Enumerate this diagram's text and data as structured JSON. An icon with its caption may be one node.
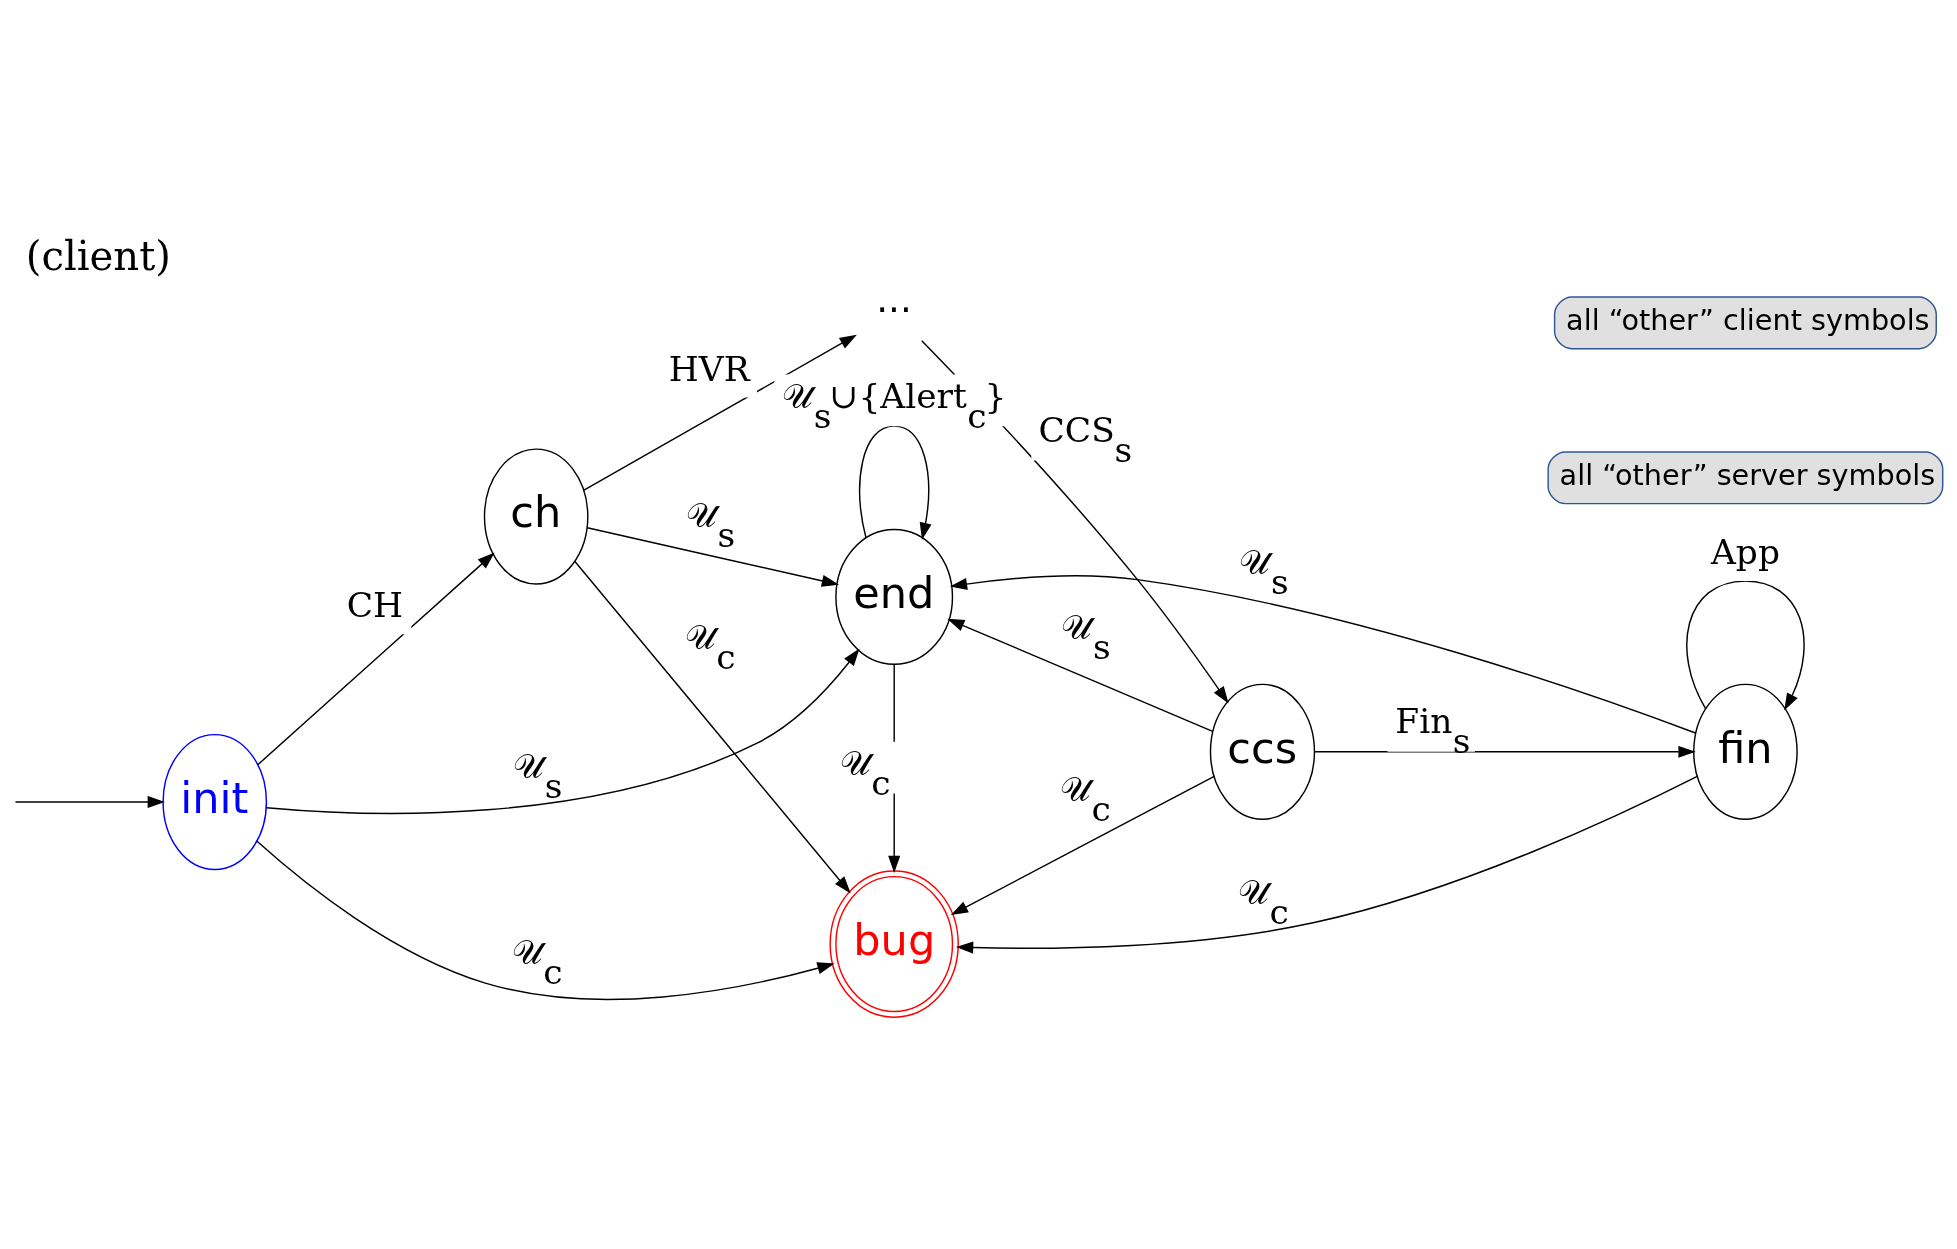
{
  "diagram": {
    "title": "(client)",
    "nodes": [
      {
        "text": [
          "init"
        ]
      },
      {
        "text": [
          "ch"
        ]
      },
      {
        "text": [
          "···"
        ]
      },
      {
        "text": [
          "ccs"
        ]
      },
      {
        "text": [
          "fin"
        ]
      },
      {
        "text": [
          "end"
        ]
      },
      {
        "text": [
          "bug"
        ]
      },
      {
        "text": [
          "all “other” server symbols"
        ]
      },
      {
        "text": [
          "all “other” client symbols"
        ]
      }
    ],
    "edges": [
      {
        "from": null,
        "to": 0,
        "arrow": "to"
      },
      {
        "from": 0,
        "to": 1,
        "arrow": "to",
        "label": "CH"
      },
      {
        "from": 1,
        "to": 2,
        "arrow": "to",
        "label": "HVR"
      },
      {
        "from": 2,
        "to": 3,
        "arrow": "to",
        "label": "CCS$_{s}$"
      },
      {
        "from": 3,
        "to": 4,
        "arrow": "to",
        "label": "Fin$_{s}$"
      },
      {
        "from": 0,
        "to": 5,
        "arrow": "to",
        "label": "𝒰$_{s}$"
      },
      {
        "from": 1,
        "to": 5,
        "arrow": "to",
        "label": "𝒰$_{s}$"
      },
      {
        "from": 3,
        "to": 5,
        "arrow": "to",
        "label": "𝒰$_{s}$"
      },
      {
        "from": 4,
        "to": 5,
        "arrow": "to",
        "label": "𝒰$_{s}$"
      },
      {
        "from": 5,
        "to": 5,
        "arrow": "to",
        "label": "𝒰$_{s}$∪{Alert$_{c}$}"
      },
      {
        "from": 4,
        "to": 4,
        "arrow": "to",
        "label": "App"
      },
      {
        "from": 0,
        "to": 6,
        "arrow": "to",
        "label": "𝒰$_{c}$"
      },
      {
        "from": 1,
        "to": 6,
        "arrow": "to",
        "label": "𝒰$_{c}$"
      },
      {
        "from": 5,
        "to": 6,
        "arrow": "to",
        "label": "𝒰$_{c}$"
      },
      {
        "from": 3,
        "to": 6,
        "arrow": "to",
        "label": "𝒰$_{c}$"
      },
      {
        "from": 4,
        "to": 6,
        "arrow": "to",
        "label": "𝒰$_{c}$"
      }
    ]
  }
}
